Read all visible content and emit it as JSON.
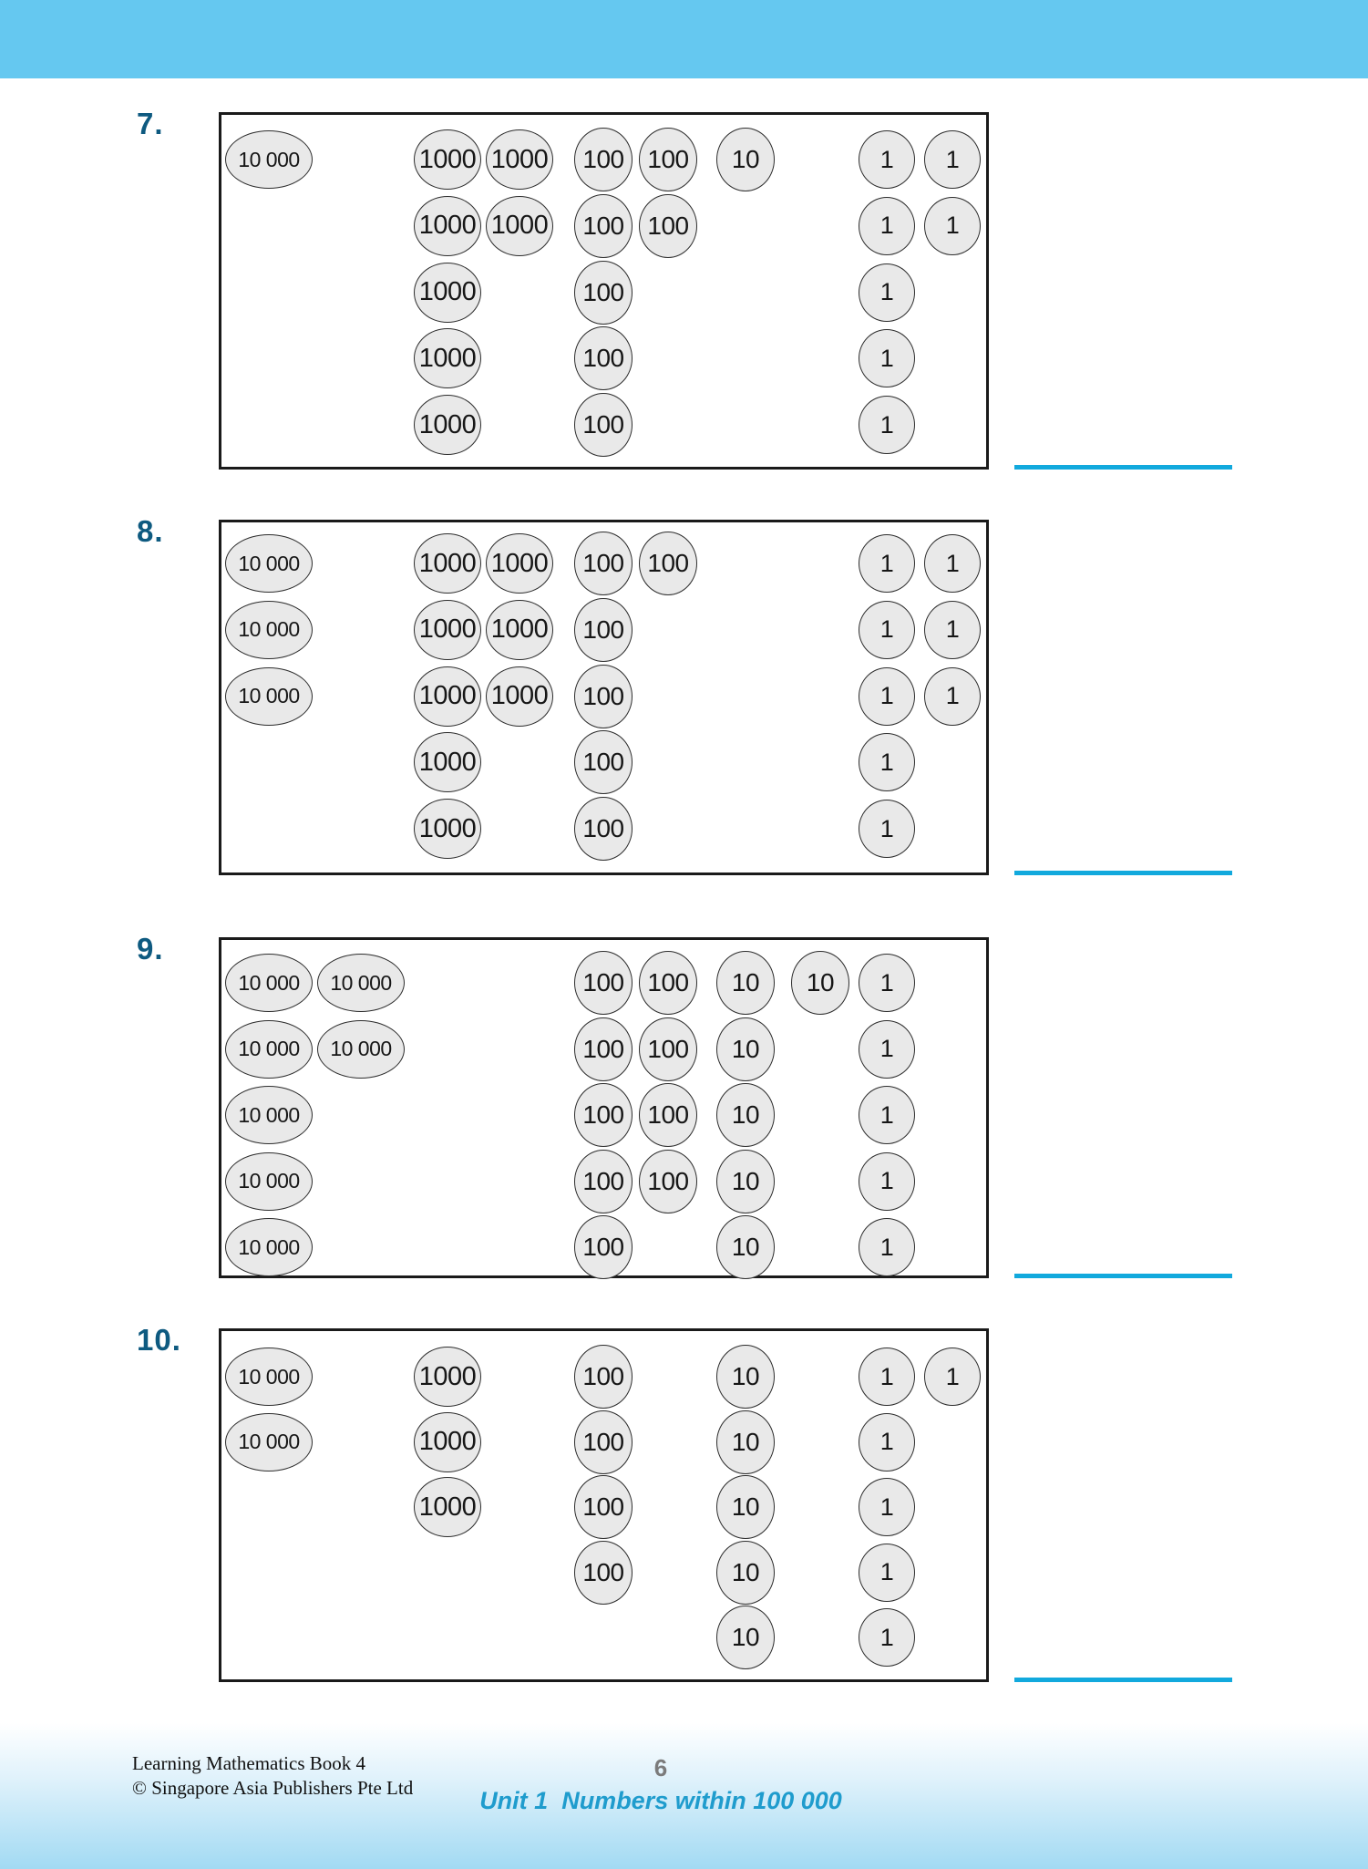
{
  "disc_labels": {
    "c10000": "10 000",
    "c1000": "1000",
    "c100": "100",
    "c10": "10",
    "c1": "1"
  },
  "exercises": [
    {
      "number": "7.",
      "rows": [
        {
          "c10000": 1,
          "c1000": 2,
          "c100": 2,
          "c10": 1,
          "c1": 2
        },
        {
          "c1000": 2,
          "c100": 2,
          "c1": 2
        },
        {
          "c1000": 1,
          "c100": 1,
          "c1": 1
        },
        {
          "c1000": 1,
          "c100": 1,
          "c1": 1
        },
        {
          "c1000": 1,
          "c100": 1,
          "c1": 1
        }
      ]
    },
    {
      "number": "8.",
      "rows": [
        {
          "c10000": 1,
          "c1000": 2,
          "c100": 2,
          "c1": 2
        },
        {
          "c10000": 1,
          "c1000": 2,
          "c100": 1,
          "c1": 2
        },
        {
          "c10000": 1,
          "c1000": 2,
          "c100": 1,
          "c1": 2
        },
        {
          "c1000": 1,
          "c100": 1,
          "c1": 1
        },
        {
          "c1000": 1,
          "c100": 1,
          "c1": 1
        }
      ]
    },
    {
      "number": "9.",
      "rows": [
        {
          "c10000": 2,
          "c100": 2,
          "c10": 2,
          "c1": 1
        },
        {
          "c10000": 2,
          "c100": 2,
          "c10": 1,
          "c1": 1
        },
        {
          "c10000": 1,
          "c100": 2,
          "c10": 1,
          "c1": 1
        },
        {
          "c10000": 1,
          "c100": 2,
          "c10": 1,
          "c1": 1
        },
        {
          "c10000": 1,
          "c100": 1,
          "c10": 1,
          "c1": 1
        }
      ]
    },
    {
      "number": "10.",
      "rows": [
        {
          "c10000": 1,
          "c1000": 1,
          "c100": 1,
          "c10": 1,
          "c1": 2
        },
        {
          "c10000": 1,
          "c1000": 1,
          "c100": 1,
          "c10": 1,
          "c1": 1
        },
        {
          "c1000": 1,
          "c100": 1,
          "c10": 1,
          "c1": 1
        },
        {
          "c100": 1,
          "c10": 1,
          "c1": 1
        },
        {
          "c10": 1,
          "c1": 1
        }
      ]
    }
  ],
  "footer": {
    "credit_line_1": "Learning Mathematics Book 4",
    "credit_line_2": "© Singapore Asia Publishers Pte Ltd",
    "page_number": "6",
    "unit_label": "Unit 1  Numbers within 100 000"
  },
  "colors": {
    "banner": "#65c8f0",
    "exercise_number": "#0e5a80",
    "answer_line": "#12a9dd",
    "unit_label": "#1f9ccd",
    "page_number": "#7b7b7b",
    "disc_fill": "#e9e9e9"
  }
}
